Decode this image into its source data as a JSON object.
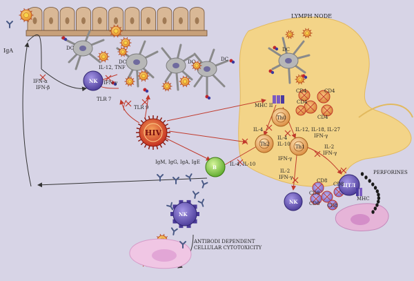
{
  "labels": {
    "iga_top": "IgA",
    "lymph_node": "LYMPH NODE",
    "dc": "DC",
    "nk": "NK",
    "ifn_ab": [
      "IFN-α",
      "IFN-β"
    ],
    "il12_tnf": "IL-12, TNF",
    "ifn_gamma": "IFN-γ",
    "tlr7": "TLR 7",
    "tlr9": "TLR 9",
    "mhc2": "MHC II",
    "cd4": "CD4",
    "th0": "Th0",
    "th2": "Th2",
    "th1": "Th1",
    "il4": "IL-4",
    "il4_il10_th": [
      "IL-4",
      "IL-10"
    ],
    "il12_18_27": [
      "IL-12, IL-18, IL-27",
      "IFN-γ"
    ],
    "il2_ifn": [
      "IL-2",
      "IFN-γ"
    ],
    "hiv": "HIV",
    "b": "B",
    "antibodies": "IgM, IgG, IgA, IgE",
    "il4_il10_b": "IL-4, IL-10",
    "ctl": "ЦТЛ",
    "cd8": "CD8",
    "mhc": "MHC",
    "perforines": "PERFORINES",
    "adcc": [
      "ANTIBODI DEPENDENT",
      "CELLULAR CYTOTOXICITY"
    ]
  },
  "colors": {
    "background": "#d7d4e6",
    "lymph_node": "#f3d488",
    "nk_cell": "#5a47a8",
    "b_cell": "#7fcf3c",
    "th_cell": "#e8a45a",
    "hiv": "#c0261c",
    "arrow_red": "#c0392b",
    "target_cell": "#e6b4d8"
  }
}
